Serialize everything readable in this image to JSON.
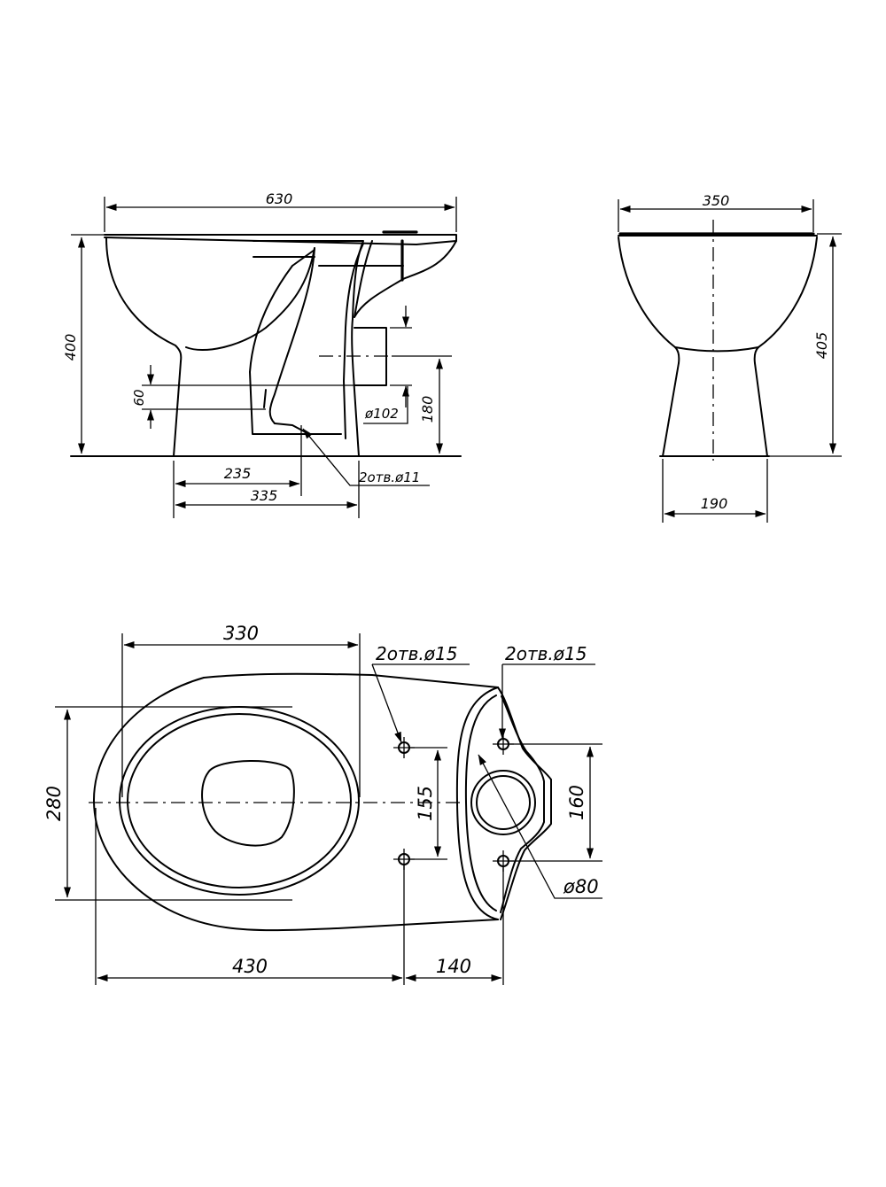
{
  "side_view": {
    "width": "630",
    "height": "400",
    "outlet_offset": "60",
    "outlet_height": "180",
    "outlet_diameter": "ø102",
    "fixing_distance": "235",
    "base_length": "335",
    "fixing_holes": "2отв.ø11"
  },
  "front_view": {
    "width": "350",
    "height": "405",
    "base_width": "190"
  },
  "top_view": {
    "bowl_length": "330",
    "width": "280",
    "holes_left": "2отв.ø15",
    "holes_right": "2отв.ø15",
    "left_hole_spacing": "155",
    "right_hole_spacing": "160",
    "outlet_diameter": "ø80",
    "overall_front": "430",
    "rear_offset": "140"
  }
}
